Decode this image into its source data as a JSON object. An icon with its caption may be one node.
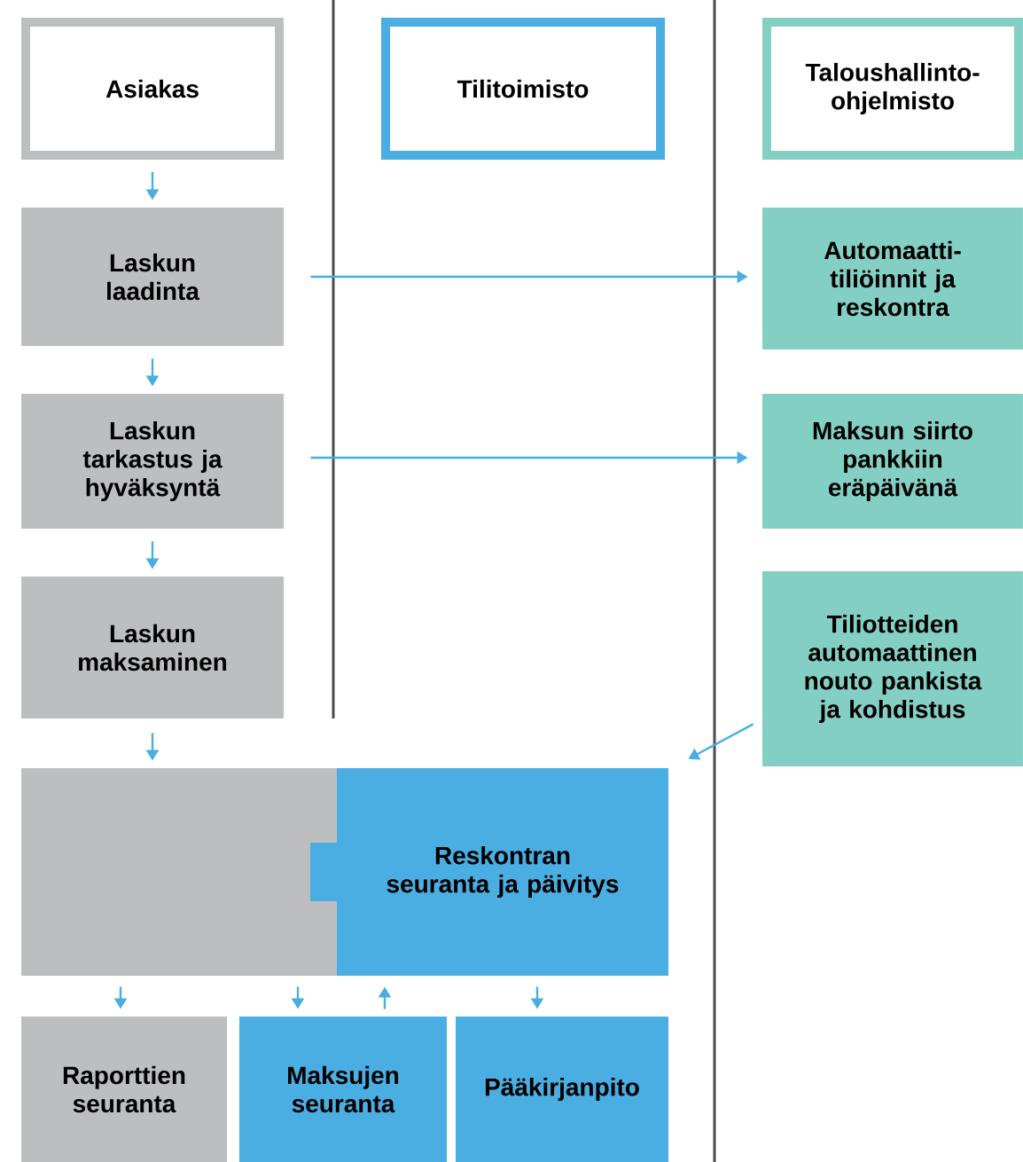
{
  "diagram": {
    "nodes": [
      {
        "text": [
          "Asiakas"
        ]
      },
      {
        "text": [
          "Tilitoimisto"
        ]
      },
      {
        "text": [
          "Taloushallinto-ohjelmisto"
        ]
      },
      {
        "text": [
          "Laskun laadinta"
        ]
      },
      {
        "text": [
          "Laskun tarkastus ja hyväksyntä"
        ]
      },
      {
        "text": [
          "Laskun maksaminen"
        ]
      },
      {
        "text": [
          "Automaatti-tiliöinnit ja reskontra"
        ]
      },
      {
        "text": [
          "Maksun siirto pankkiin eräpäivänä"
        ]
      },
      {
        "text": [
          "Tiliotteiden automaattinen nouto pankista ja kohdistus"
        ]
      },
      {
        "text": [],
        "shape": "box"
      },
      {
        "text": [
          "Reskontran seuranta ja päivitys"
        ]
      },
      {
        "text": [
          "Raporttien seuranta"
        ]
      },
      {
        "text": [
          "Maksujen seuranta"
        ]
      },
      {
        "text": [
          "Pääkirjanpito"
        ]
      }
    ],
    "edges": [
      {
        "from": 0,
        "to": 3,
        "arrow": "to"
      },
      {
        "from": 3,
        "to": 4,
        "arrow": "to"
      },
      {
        "from": 4,
        "to": 5,
        "arrow": "to"
      },
      {
        "from": 5,
        "to": 9,
        "arrow": "to"
      },
      {
        "from": 3,
        "to": 6,
        "arrow": "to"
      },
      {
        "from": 4,
        "to": 7,
        "arrow": "to"
      },
      {
        "from": 8,
        "to": 10,
        "arrow": "to"
      },
      {
        "from": 9,
        "to": 11,
        "arrow": "to"
      },
      {
        "from": 9,
        "to": 12,
        "arrow": "to"
      },
      {
        "from": 12,
        "to": 10,
        "arrow": "to"
      },
      {
        "from": 10,
        "to": 13,
        "arrow": "to"
      }
    ]
  }
}
